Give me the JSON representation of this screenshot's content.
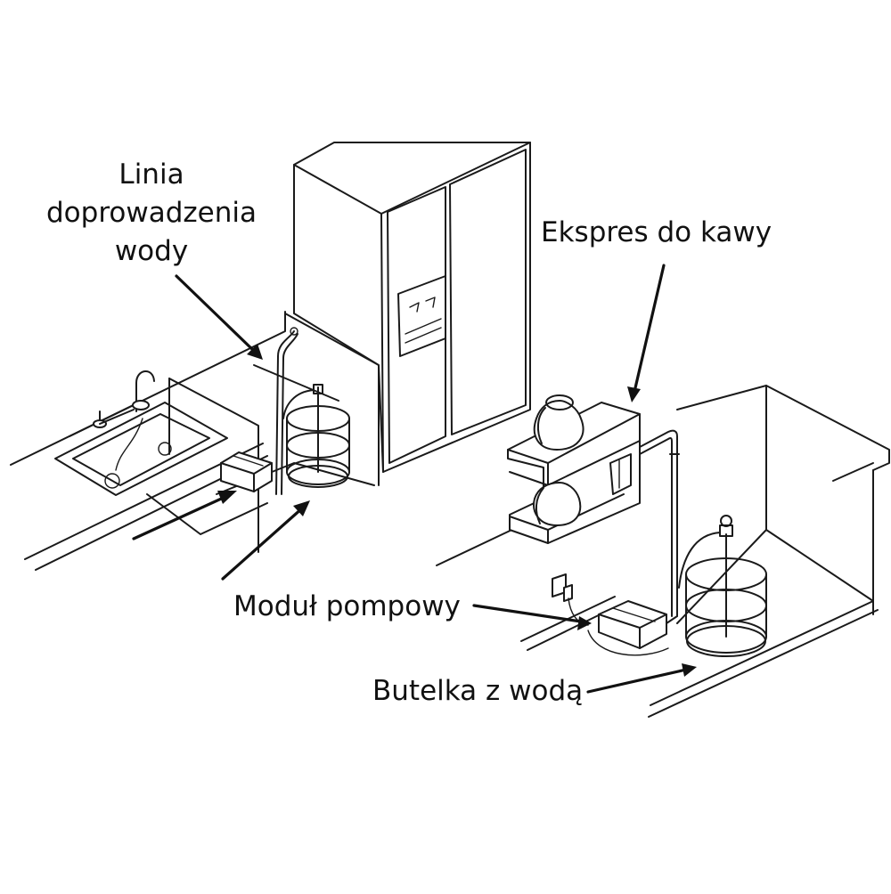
{
  "diagram": {
    "type": "kitchen-water-pump-installation",
    "labels": {
      "water_line": [
        "Linia",
        "doprowadzenia",
        "wody"
      ],
      "coffee_maker": "Ekspres do kawy",
      "pump_module": "Moduł pompowy",
      "water_bottle": "Butelka z wodą"
    },
    "left_scene": {
      "objects": [
        "sink",
        "faucet",
        "refrigerator",
        "pump-module",
        "water-bottle",
        "water-line"
      ]
    },
    "right_scene": {
      "objects": [
        "coffee-maker",
        "carafe-top",
        "carafe-bottom",
        "wall-outlet",
        "pump-module",
        "water-bottle",
        "counter"
      ]
    },
    "colors": {
      "line": "#1a1a1a",
      "text": "#111111",
      "background": "#ffffff"
    }
  }
}
